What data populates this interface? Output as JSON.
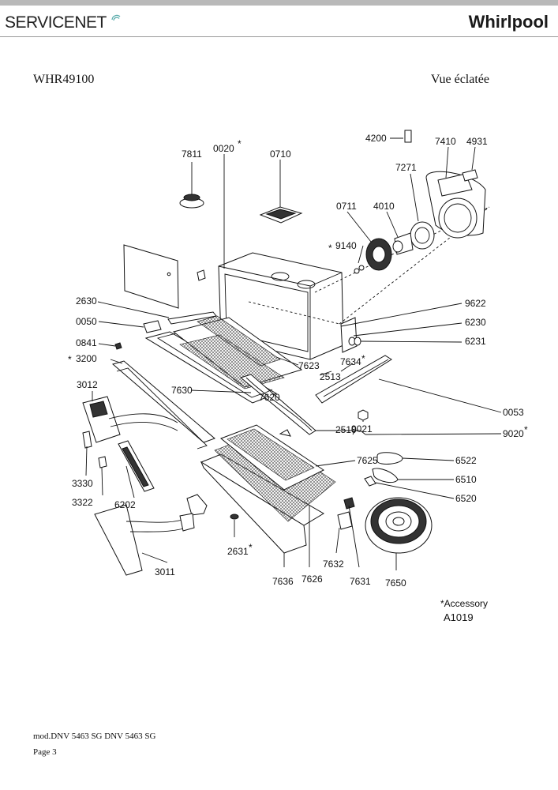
{
  "header": {
    "brand_left_a": "SERVICE",
    "brand_left_b": "NET",
    "brand_right": "Whirlpool"
  },
  "document": {
    "model": "WHR49100",
    "view_title": "Vue éclatée",
    "accessory_note": "*Accessory",
    "diagram_code": "A1019",
    "footer_model": "mod.DNV 5463 SG DNV 5463 SG",
    "footer_page": "Page 3"
  },
  "parts": {
    "p7811": "7811",
    "p0020": "0020",
    "p0710": "0710",
    "p4200": "4200",
    "p7410": "7410",
    "p4931": "4931",
    "p7271": "7271",
    "p0711": "0711",
    "p4010": "4010",
    "p9140": "9140",
    "p2630": "2630",
    "p9622": "9622",
    "p0050": "0050",
    "p6230": "6230",
    "p6231": "6231",
    "p0841": "0841",
    "p3200": "3200",
    "p7634": "7634",
    "p2513": "2513",
    "p7623": "7623",
    "p3012": "3012",
    "p7630": "7630",
    "p7620": "7620",
    "p0053": "0053",
    "p9021": "9021",
    "p2510": "2510",
    "p9020": "9020",
    "p6522": "6522",
    "p7625": "7625",
    "p6510": "6510",
    "p3330": "3330",
    "p6520": "6520",
    "p3322": "3322",
    "p6202": "6202",
    "p2631": "2631",
    "p7632": "7632",
    "p3011": "3011",
    "p7636": "7636",
    "p7626": "7626",
    "p7631": "7631",
    "p7650": "7650"
  }
}
